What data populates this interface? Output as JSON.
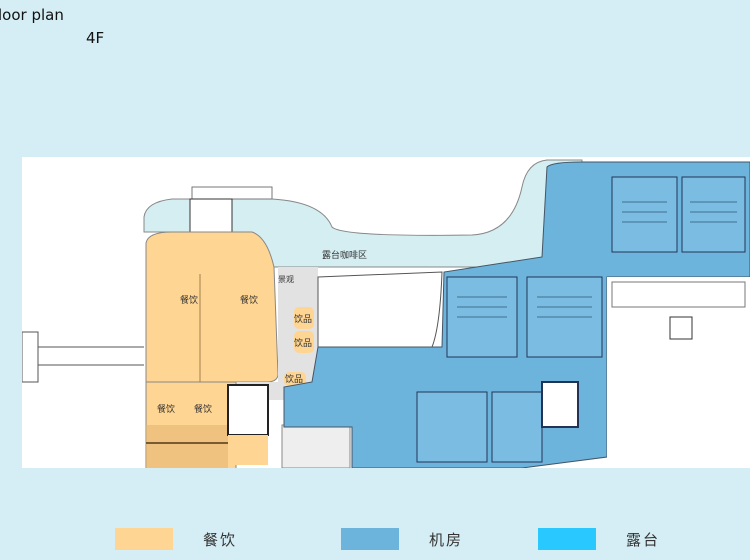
{
  "header": {
    "title": "loor plan",
    "floor": "4F"
  },
  "plan": {
    "labels": {
      "terrace_cafe": "露台咖啡区",
      "landscape": "景观",
      "dining": "餐饮",
      "drinks": "饮品"
    }
  },
  "legend": [
    {
      "label": "餐饮",
      "color": "#fed592"
    },
    {
      "label": "机房",
      "color": "#6cb4dc"
    },
    {
      "label": "露台",
      "color": "#29c8fe"
    }
  ]
}
